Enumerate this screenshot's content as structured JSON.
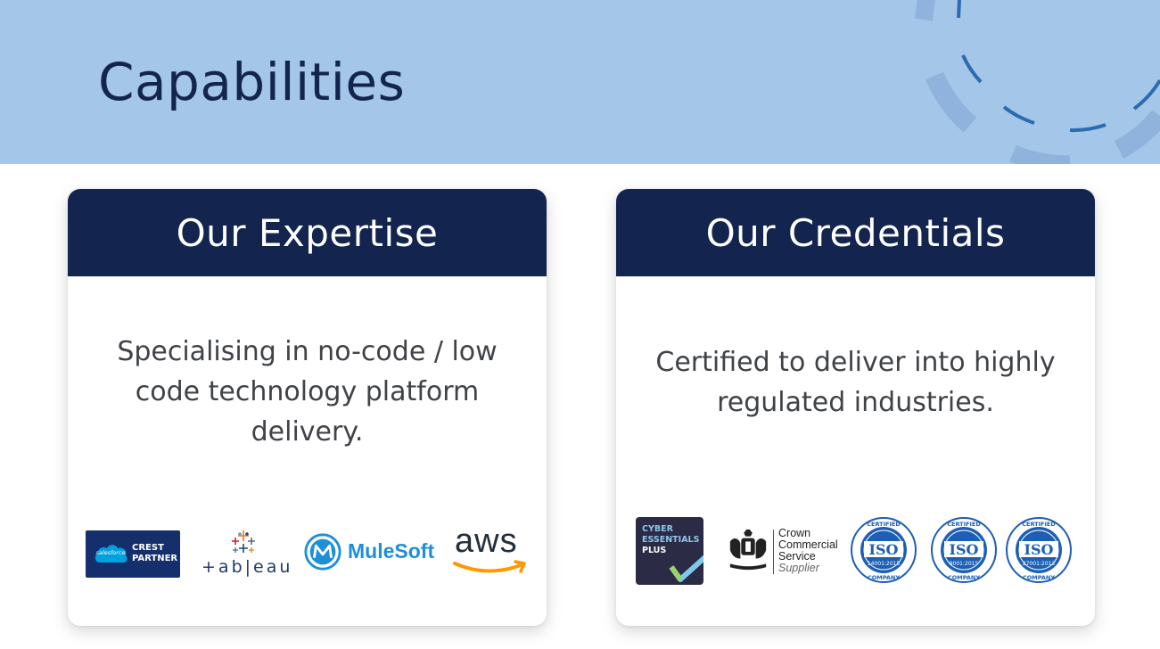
{
  "page": {
    "title": "Capabilities"
  },
  "expertise": {
    "header": "Our Expertise",
    "body": "Specialising in no-code / low code technology platform delivery.",
    "logos": {
      "salesforce": {
        "cloud": "salesforce",
        "line1": "CREST",
        "line2": "PARTNER"
      },
      "tableau": "+ab|eau",
      "mulesoft": "MuleSoft",
      "aws": "aws"
    }
  },
  "credentials": {
    "header": "Our Credentials",
    "body": "Certified to deliver into highly regulated industries.",
    "logos": {
      "cyber": {
        "line1": "CYBER",
        "line2": "ESSENTIALS",
        "line3": "PLUS"
      },
      "ccs": {
        "line1": "Crown",
        "line2": "Commercial",
        "line3": "Service",
        "line4": "Supplier"
      },
      "iso": [
        {
          "top": "CERTIFIED",
          "label": "ISO",
          "standard": "14001:2015",
          "bottom": "COMPANY"
        },
        {
          "top": "CERTIFIED",
          "label": "ISO",
          "standard": "9001:2015",
          "bottom": "COMPANY"
        },
        {
          "top": "CERTIFIED",
          "label": "ISO",
          "standard": "27001:2013",
          "bottom": "COMPANY"
        }
      ]
    }
  },
  "colors": {
    "banner": "#a4c6e8",
    "navy": "#13254f",
    "arc_blue": "#2b6cb0",
    "salesforce_blue": "#00a1e0",
    "mulesoft_blue": "#1f8fd6",
    "aws_orange": "#ff9900",
    "iso_blue": "#1d5fb4"
  }
}
